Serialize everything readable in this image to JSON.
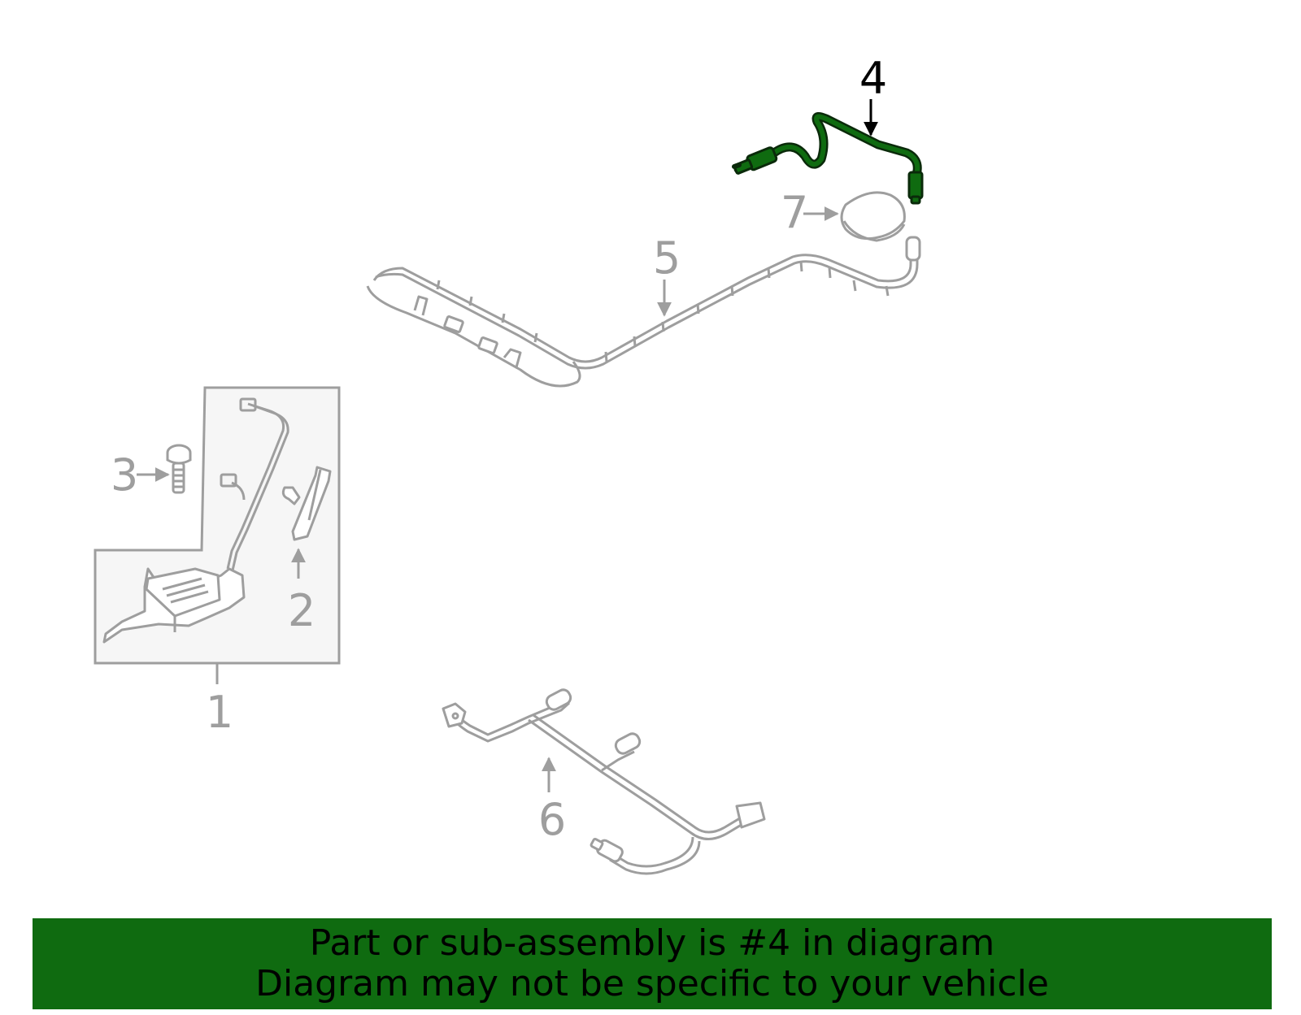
{
  "colors": {
    "highlight": "#0f6b10",
    "highlight_stroke": "#0a2a0a",
    "part_gray": "#9e9e9e",
    "label_gray": "#9e9e9e",
    "label_active": "#000000",
    "box_fill": "#f6f6f6",
    "banner_bg": "#0f6b10"
  },
  "callouts": {
    "c1": "1",
    "c2": "2",
    "c3": "3",
    "c4": "4",
    "c5": "5",
    "c6": "6",
    "c7": "7"
  },
  "highlighted_part": "4",
  "banner": {
    "line1": "Part or sub-assembly is #4 in diagram",
    "line2": "Diagram may not be specific to your vehicle"
  }
}
